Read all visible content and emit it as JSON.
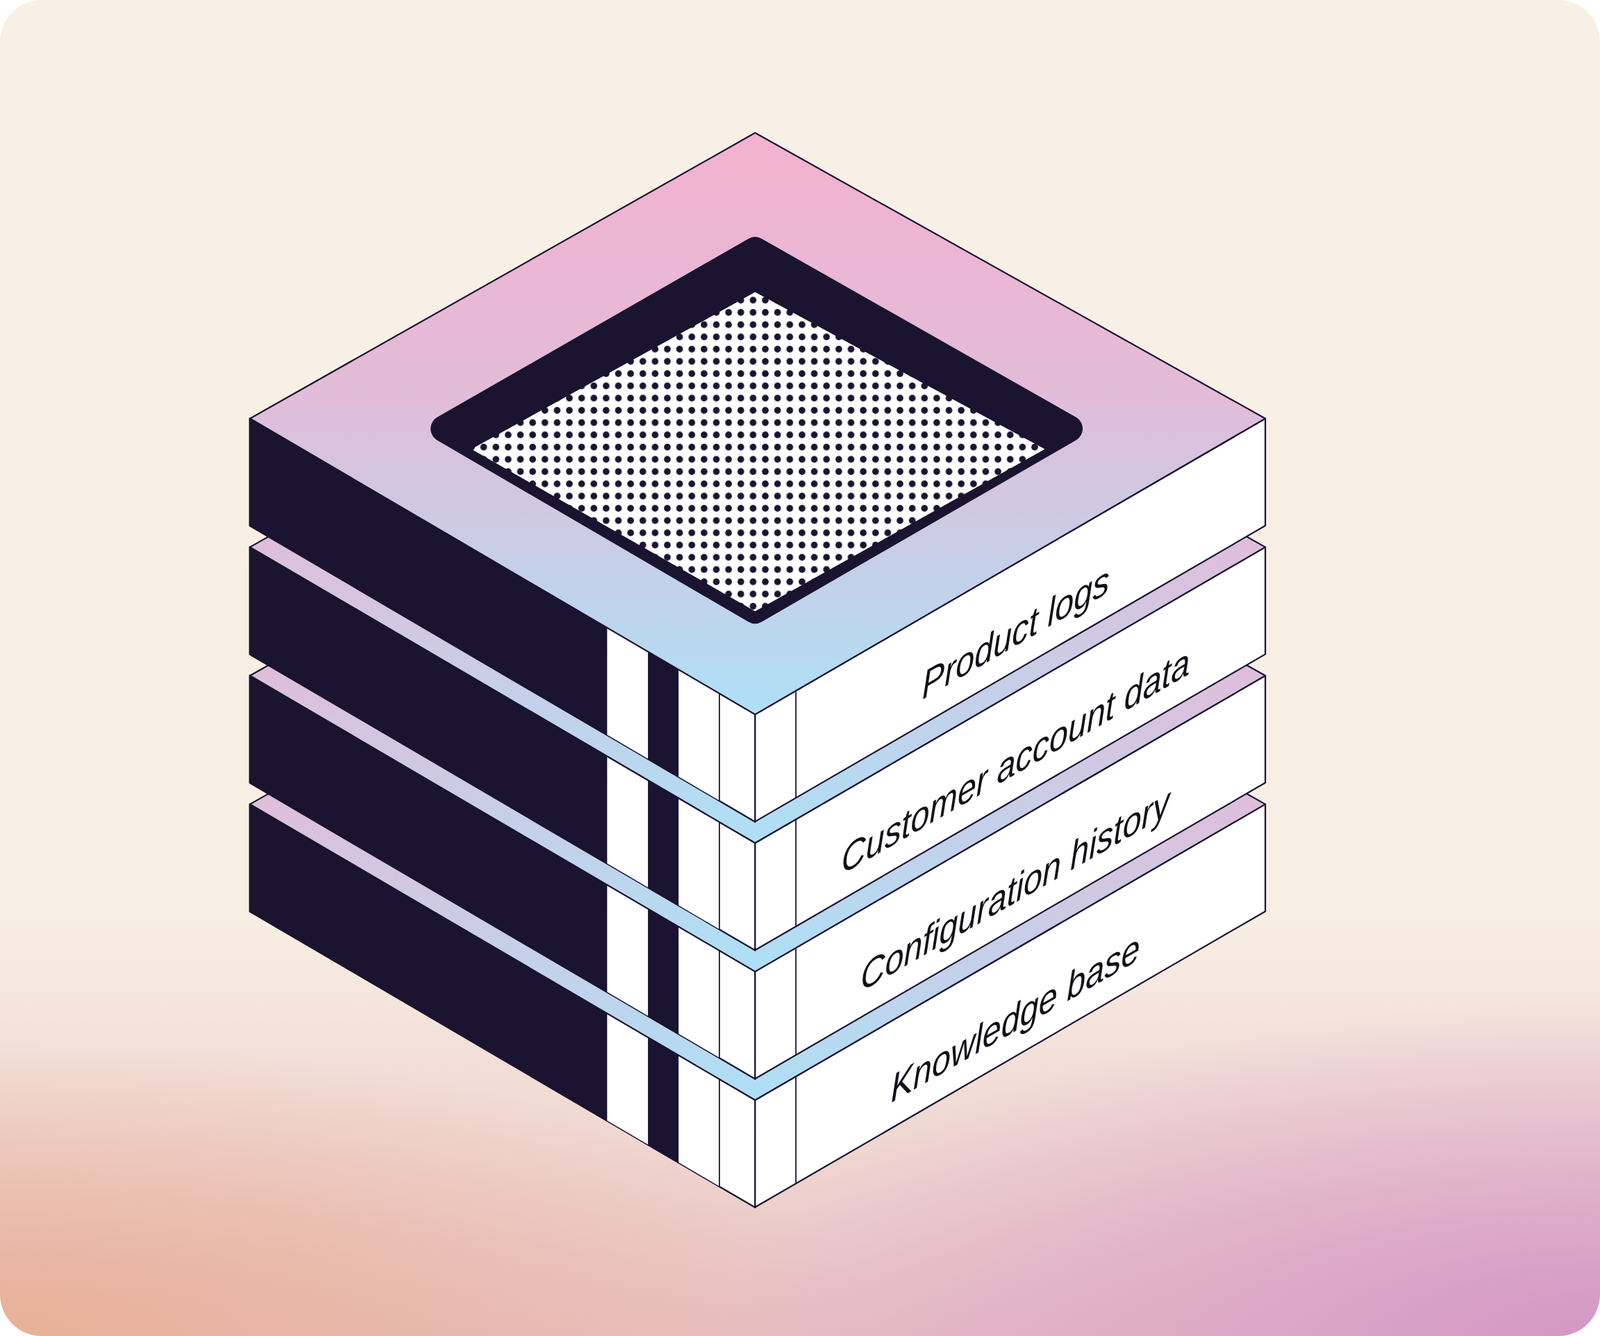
{
  "diagram": {
    "nodes": [
      {
        "text": [
          "Product logs"
        ]
      },
      {
        "text": [
          "Customer account data"
        ]
      },
      {
        "text": [
          "Configuration history"
        ]
      },
      {
        "text": [
          "Knowledge base"
        ]
      }
    ]
  }
}
